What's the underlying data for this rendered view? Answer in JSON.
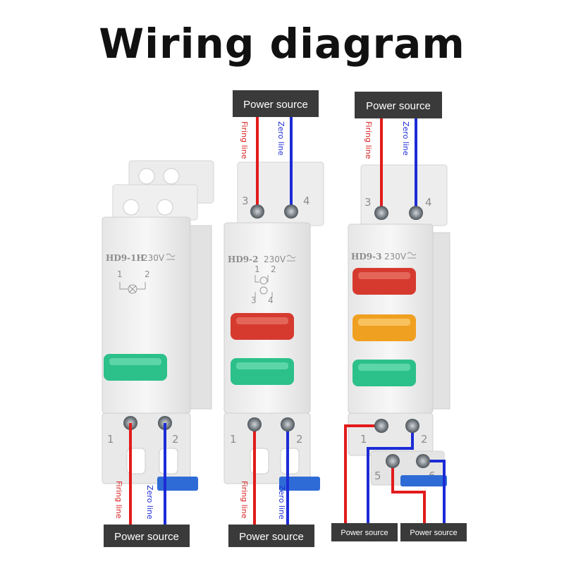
{
  "title": "Wiring diagram",
  "labels": {
    "power_source": "Power source",
    "firing_line": "Firing line",
    "zero_line": "Zero line"
  },
  "devices": [
    {
      "model": "HD9-1H",
      "voltage": "230V",
      "lamps": [
        "green"
      ],
      "terminals": [
        "1",
        "2"
      ]
    },
    {
      "model": "HD9-2",
      "voltage": "230V",
      "lamps": [
        "red",
        "green"
      ],
      "terminals": [
        "3",
        "4",
        "1",
        "2"
      ]
    },
    {
      "model": "HD9-3",
      "voltage": "230V",
      "lamps": [
        "red",
        "amber",
        "green"
      ],
      "terminals": [
        "3",
        "4",
        "1",
        "2",
        "5",
        "6"
      ]
    }
  ],
  "colors": {
    "firing_line": "#e21b1b",
    "zero_line": "#1c2bd6",
    "label_bg": "#3a3a3a",
    "lamp_red": "#d63a2f",
    "lamp_amber": "#f0a020",
    "lamp_green": "#2cc08a"
  },
  "icon_names": [
    "lamp-symbol-icon",
    "screw-terminal-icon",
    "ac-symbol-icon"
  ]
}
